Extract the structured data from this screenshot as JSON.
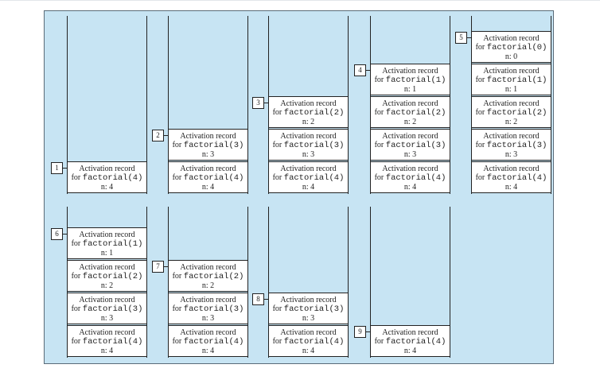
{
  "diagram": {
    "record_title": "Activation record",
    "for_label": "for",
    "fn_name": "factorial",
    "param_name": "n",
    "steps": [
      {
        "badge": "1",
        "args": [
          "4"
        ]
      },
      {
        "badge": "2",
        "args": [
          "3",
          "4"
        ]
      },
      {
        "badge": "3",
        "args": [
          "2",
          "3",
          "4"
        ]
      },
      {
        "badge": "4",
        "args": [
          "1",
          "2",
          "3",
          "4"
        ]
      },
      {
        "badge": "5",
        "args": [
          "0",
          "1",
          "2",
          "3",
          "4"
        ]
      },
      {
        "badge": "6",
        "args": [
          "1",
          "2",
          "3",
          "4"
        ]
      },
      {
        "badge": "7",
        "args": [
          "2",
          "3",
          "4"
        ]
      },
      {
        "badge": "8",
        "args": [
          "3",
          "4"
        ]
      },
      {
        "badge": "9",
        "args": [
          "4"
        ]
      }
    ]
  }
}
